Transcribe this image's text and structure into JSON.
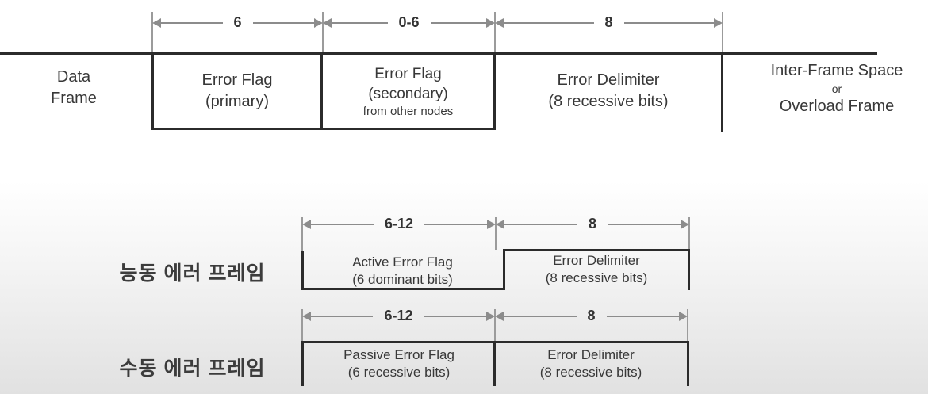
{
  "top": {
    "dims": [
      {
        "label": "6"
      },
      {
        "label": "0-6"
      },
      {
        "label": "8"
      }
    ],
    "data_frame": {
      "line1": "Data",
      "line2": "Frame"
    },
    "error_flag_primary": {
      "line1": "Error Flag",
      "line2": "(primary)"
    },
    "error_flag_secondary": {
      "line1": "Error Flag",
      "line2": "(secondary)",
      "note": "from other nodes"
    },
    "error_delimiter": {
      "line1": "Error Delimiter",
      "line2": "(8 recessive bits)"
    },
    "inter_frame": {
      "line1": "Inter-Frame Space",
      "line2": "or",
      "line3": "Overload Frame"
    }
  },
  "active": {
    "label": "능동 에러 프레임",
    "dims": [
      {
        "label": "6-12"
      },
      {
        "label": "8"
      }
    ],
    "flag": {
      "line1": "Active Error Flag",
      "line2": "(6 dominant bits)"
    },
    "delimiter": {
      "line1": "Error Delimiter",
      "line2": "(8 recessive bits)"
    }
  },
  "passive": {
    "label": "수동 에러 프레임",
    "dims": [
      {
        "label": "6-12"
      },
      {
        "label": "8"
      }
    ],
    "flag": {
      "line1": "Passive Error Flag",
      "line2": "(6 recessive bits)"
    },
    "delimiter": {
      "line1": "Error Delimiter",
      "line2": "(8 recessive bits)"
    }
  },
  "colors": {
    "box_line": "#2b2b2b",
    "dimension_line": "#8c8c8c",
    "text": "#383838"
  }
}
